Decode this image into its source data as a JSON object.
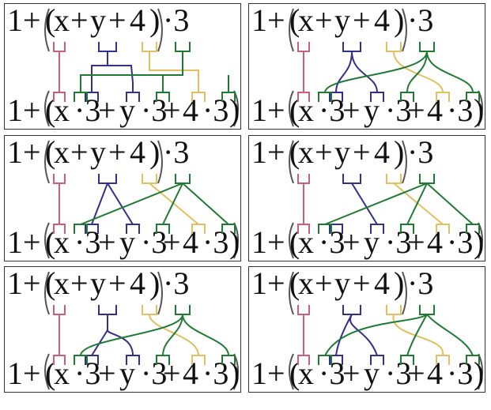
{
  "expressions": {
    "top_tokens": [
      "1+",
      "(",
      "x",
      "+",
      "y",
      "+",
      "4",
      ")",
      "·3"
    ],
    "bottom_tokens": [
      "1+",
      "(",
      "x",
      "·3",
      "+",
      "y",
      "·3",
      "+",
      "4",
      "·3",
      ")"
    ]
  },
  "colors": {
    "one": "#c8607a",
    "x": "#33308a",
    "y": "#33308a",
    "four": "#e0c060",
    "three": "#1f7a34",
    "text": "#111111"
  },
  "panels": [
    {
      "id": "p0",
      "style": "orthogonal"
    },
    {
      "id": "p1",
      "style": "curved"
    },
    {
      "id": "p2",
      "style": "straight-fan"
    },
    {
      "id": "p3",
      "style": "straight-fan-direct"
    },
    {
      "id": "p4",
      "style": "bundled-curved"
    },
    {
      "id": "p5",
      "style": "wavy-bundled"
    }
  ]
}
